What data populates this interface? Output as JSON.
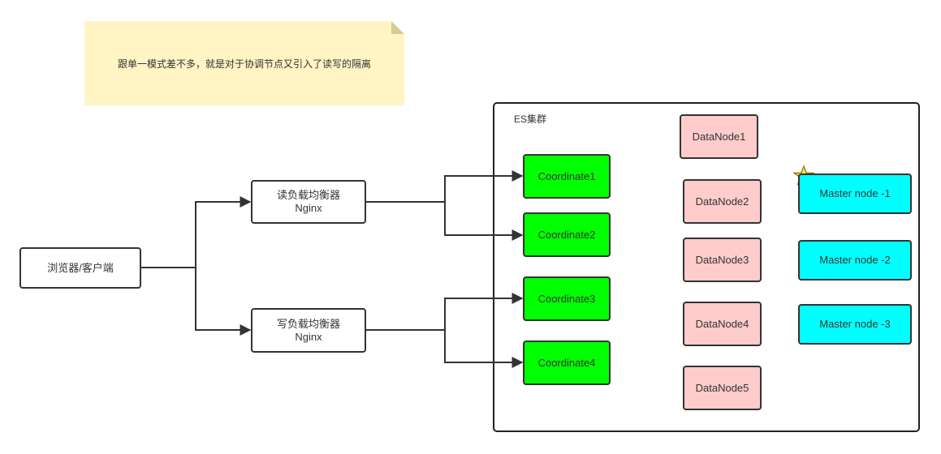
{
  "note": {
    "text": "跟单一模式差不多，就是对于协调节点又引入了读写的隔离"
  },
  "client": {
    "label": "浏览器/客户端"
  },
  "read_lb": {
    "line1": "读负载均衡器",
    "line2": "Nginx"
  },
  "write_lb": {
    "line1": "写负载均衡器",
    "line2": "Nginx"
  },
  "cluster": {
    "label": "ES集群"
  },
  "coordinates": [
    "Coordinate1",
    "Coordinate2",
    "Coordinate3",
    "Coordinate4"
  ],
  "datanodes": [
    "DataNode1",
    "DataNode2",
    "DataNode3",
    "DataNode4",
    "DataNode5"
  ],
  "masters": [
    "Master node -1",
    "Master node -2",
    "Master node -3"
  ],
  "colors": {
    "note_bg": "#fff4c3",
    "coordinate": "#00ff00",
    "datanode": "#ffcccc",
    "master": "#00ffff",
    "star": "#ffe44d"
  }
}
